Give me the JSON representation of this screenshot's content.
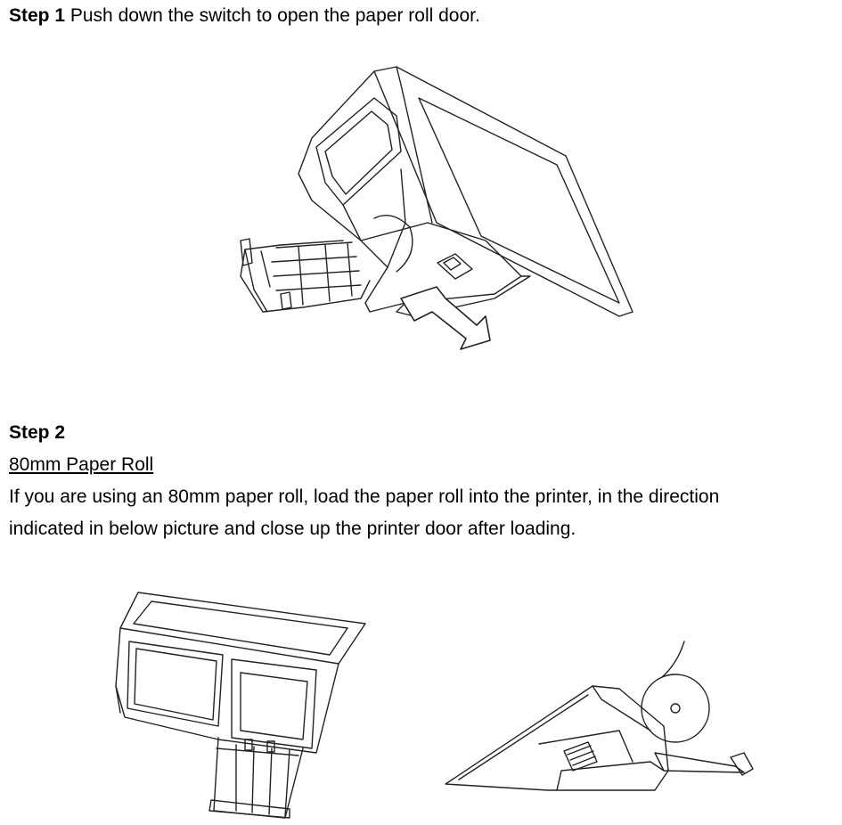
{
  "step1": {
    "label": "Step 1",
    "text": "Push down the switch to open the paper roll door."
  },
  "step2": {
    "label": "Step 2",
    "subheading": "80mm Paper Roll",
    "line1": "If you are using an 80mm paper roll, load the paper roll into the printer, in the direction",
    "line2": "indicated in below picture and close up the printer door after loading."
  }
}
